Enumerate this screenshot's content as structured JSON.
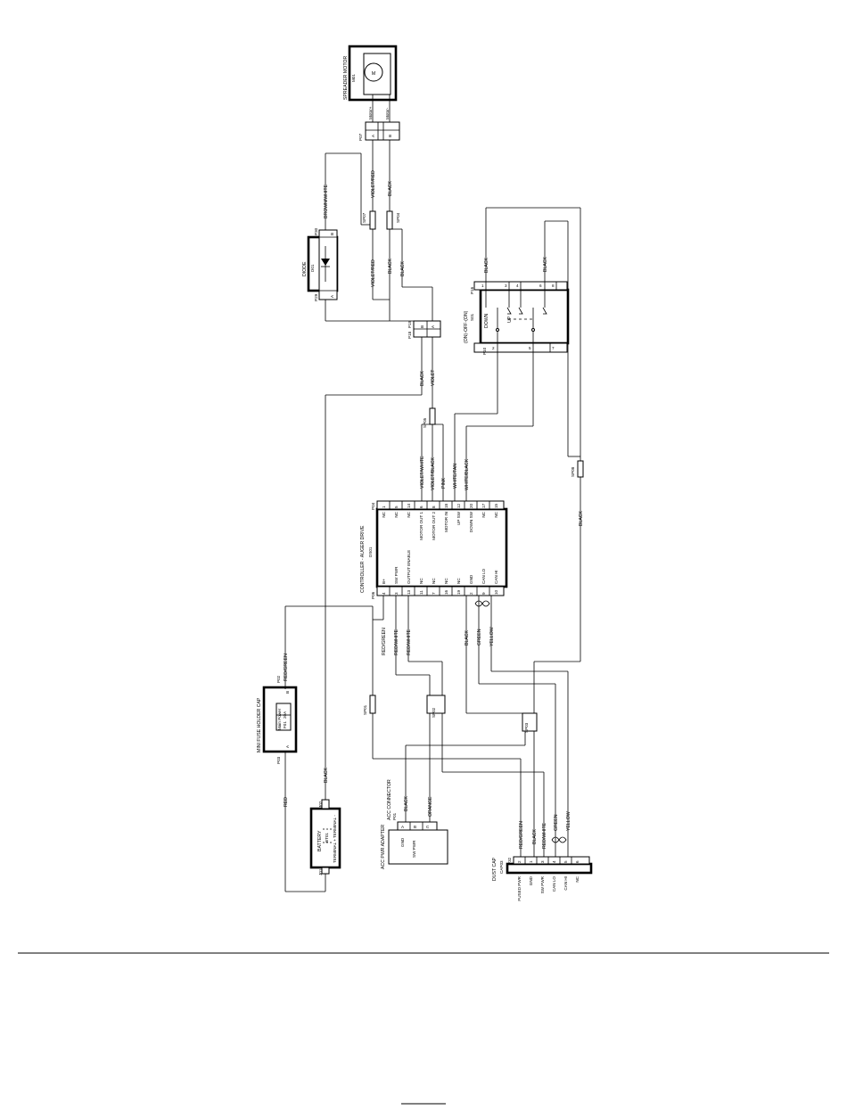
{
  "components": {
    "motor": {
      "title": "SPREADER MOTOR",
      "id": "M01",
      "symbol": "M",
      "pin_a": "Motor+",
      "pin_b": "Motor-"
    },
    "motor_connector": {
      "id": "P07",
      "pins": [
        "A",
        "B"
      ]
    },
    "diode": {
      "title": "DIODE",
      "id": "D01",
      "connector_a": "P29",
      "connector_b": "P30",
      "pins": [
        "A",
        "B"
      ]
    },
    "switch": {
      "title": "(ON)-OFF-(ON)",
      "id": "S01",
      "connector_top": "P16",
      "connector_bottom": "P10",
      "down_label": "DOWN",
      "up_label": "UP",
      "top_pins": [
        "1",
        "3",
        "4",
        "6",
        "8"
      ],
      "bottom_pins": [
        "2",
        "5",
        "7"
      ]
    },
    "inline_connector": {
      "id_a": "P18",
      "id_b": "P19",
      "pins": [
        "B",
        "A"
      ]
    },
    "controller": {
      "title": "CONTROLLER - AUGER DRIVE",
      "id": "DS01",
      "connector_top": "P04",
      "connector_bottom": "P06",
      "top_pins": [
        {
          "num": "1",
          "func": "NC"
        },
        {
          "num": "5",
          "func": "NC"
        },
        {
          "num": "14",
          "func": "NC"
        },
        {
          "num": "6",
          "func": "MOTOR OUT 1"
        },
        {
          "num": "8",
          "func": "MOTOR OUT 2"
        },
        {
          "num": "18",
          "func": "MOTOR IN"
        },
        {
          "num": "12",
          "func": "UP SW"
        },
        {
          "num": "20",
          "func": "DOWN SW"
        },
        {
          "num": "17",
          "func": "NC"
        },
        {
          "num": "15",
          "func": "NC"
        }
      ],
      "bottom_pins": [
        {
          "num": "4",
          "func": "B+"
        },
        {
          "num": "3",
          "func": "SW PWR"
        },
        {
          "num": "13",
          "func": "OUTPUT ENABLE"
        },
        {
          "num": "11",
          "func": "NC"
        },
        {
          "num": "7",
          "func": "NC"
        },
        {
          "num": "16",
          "func": "NC"
        },
        {
          "num": "19",
          "func": "NC"
        },
        {
          "num": "2",
          "func": "GND"
        },
        {
          "num": "9",
          "func": "CAN LO"
        },
        {
          "num": "10",
          "func": "CAN HI"
        }
      ]
    },
    "fuse_holder": {
      "title": "MINI FUSE HOLDER CAP",
      "id": "P03",
      "id2": "P02",
      "fuse_label": "Main Power",
      "fuse_id": "F01",
      "fuse_rating": "20A",
      "pin_a": "A",
      "pin_b": "B"
    },
    "battery": {
      "title": "BATTERY",
      "id": "BT01",
      "minus": "TERMINAL -",
      "plus": "TERMINAL +",
      "j_minus": "J02",
      "j_plus": "J01"
    },
    "acc_adapter": {
      "title": "ACC PWR ADAPTER",
      "title2": "ACC CONNECTOR",
      "id": "P01",
      "pins": [
        {
          "pin": "A",
          "func": "GND"
        },
        {
          "pin": "B",
          "func": "SW PWR"
        },
        {
          "pin": "C",
          "func": ""
        }
      ]
    },
    "dust_cap": {
      "title": "DUST CAP",
      "id": "CAP03",
      "connector": "P32",
      "pins": [
        {
          "num": "2",
          "func": "FUSED PWR"
        },
        {
          "num": "1",
          "func": "GND"
        },
        {
          "num": "3",
          "func": "SW PWR"
        },
        {
          "num": "4",
          "func": "CAN LO"
        },
        {
          "num": "5",
          "func": "CAN HI"
        },
        {
          "num": "6",
          "func": "NC"
        }
      ]
    }
  },
  "splices": [
    "SP07",
    "SP04",
    "SP05",
    "SP08",
    "SP01",
    "SP02",
    "SP03"
  ],
  "wires": {
    "violet_red": "VIOLET/RED",
    "black": "BLACK",
    "brown_white": "BROWN/WHITE",
    "violet": "VIOLET",
    "violet_white": "VIOLET/WHITE",
    "violet_black": "VIOLET/BLACK",
    "pink": "PINK",
    "white_tan": "WHITE/TAN",
    "white_black": "WHITE/BLACK",
    "red_green": "RED/GREEN",
    "red_white": "RED/WHITE",
    "green": "GREEN",
    "yellow": "YELLOW",
    "red": "RED",
    "orange": "ORANGE"
  }
}
